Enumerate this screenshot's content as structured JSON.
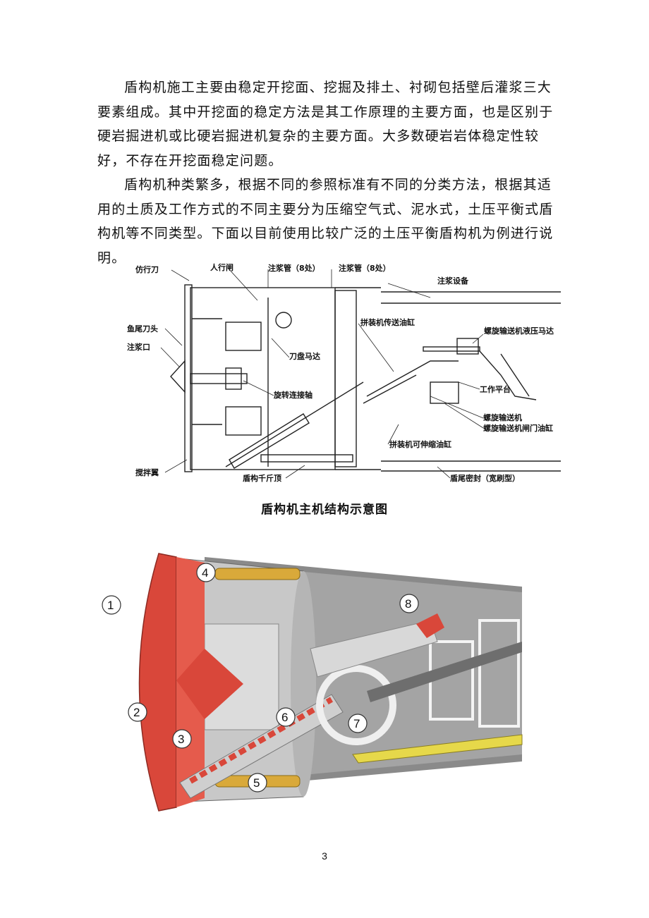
{
  "paragraphs": [
    "盾构机施工主要由稳定开挖面、挖掘及排土、衬砌包括壁后灌浆三大要素组成。其中开挖面的稳定方法是其工作原理的主要方面，也是区别于硬岩掘进机或比硬岩掘进机复杂的主要方面。大多数硬岩岩体稳定性较好，不存在开挖面稳定问题。",
    "盾构机种类繁多，根据不同的参照标准有不同的分类方法，根据其适用的土质及工作方式的不同主要分为压缩空气式、泥水式，土压平衡式盾构机等不同类型。下面以目前使用比较广泛的土压平衡盾构机为例进行说明。"
  ],
  "figure1": {
    "labels": {
      "copy_cutter": "仿行刀",
      "manlock": "人行闸",
      "grout_pipe_1": "注浆管（8处）",
      "grout_pipe_2": "注浆管（8处）",
      "grout_equipment": "注浆设备",
      "fishtail_cutter": "鱼尾刀头",
      "grout_port": "注浆口",
      "erector_travel_cylinder": "拼装机传送油缸",
      "screw_conveyor_motor": "螺旋输送机液压马达",
      "cutterhead_motor": "刀盘马达",
      "rotary_shaft": "旋转连接轴",
      "work_platform": "工作平台",
      "screw_conveyor": "螺旋输送机",
      "screw_gate_cylinder": "螺旋输送机闸门油缸",
      "erector_telescopic_cylinder": "拼装机可伸缩油缸",
      "mixing_wing": "搅拌翼",
      "thrust_jack": "盾构千斤顶",
      "tail_seal": "盾尾密封（宽刷型）"
    },
    "caption": "盾构机主机结构示意图"
  },
  "figure2": {
    "callouts": [
      "1",
      "2",
      "3",
      "4",
      "5",
      "6",
      "7",
      "8"
    ],
    "colors": {
      "cutterhead": "#d9473a",
      "shield": "#c8c8c8",
      "jacks": "#d9a93a",
      "rail": "#e6d84a"
    }
  },
  "page_number": "3"
}
